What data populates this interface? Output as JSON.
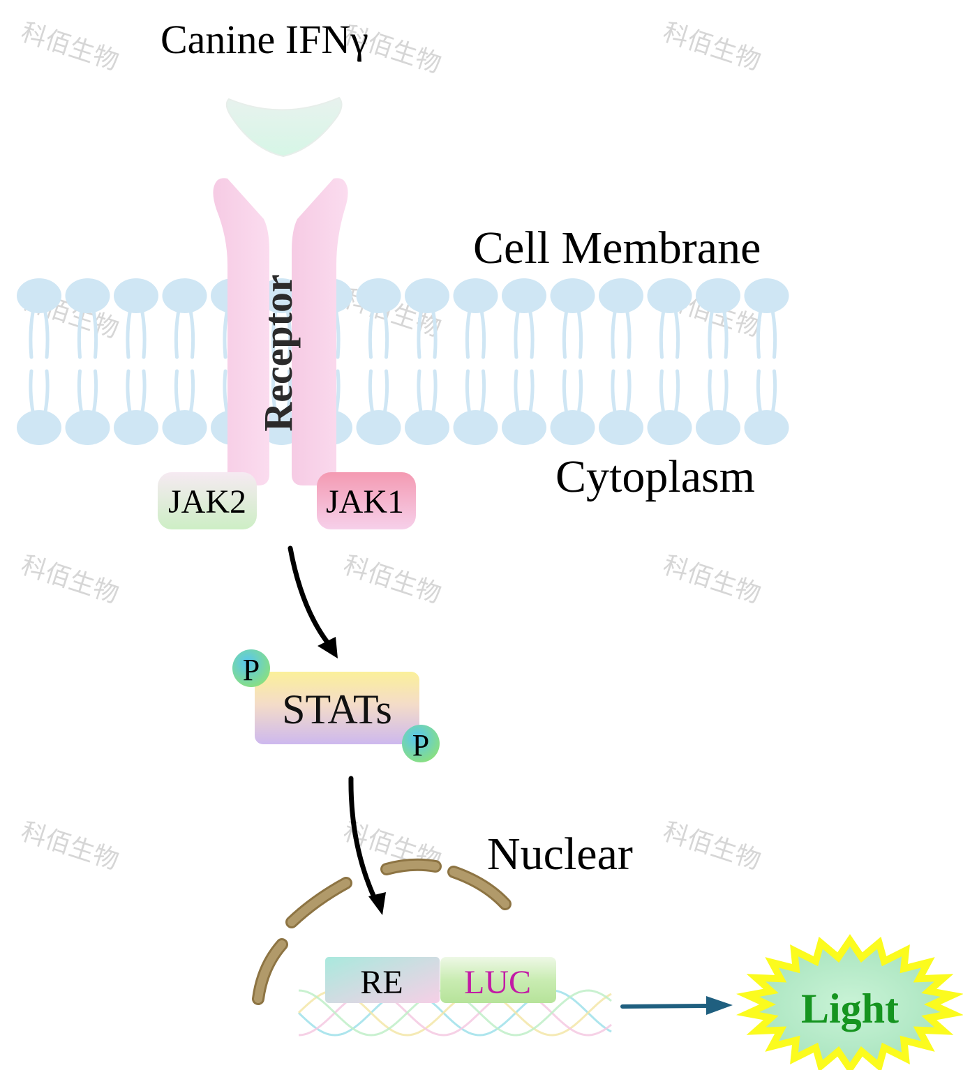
{
  "labels": {
    "ligand": "Canine IFNγ",
    "membrane": "Cell Membrane",
    "cytoplasm": "Cytoplasm",
    "receptor": "Receptor",
    "jak2": "JAK2",
    "jak1": "JAK1",
    "stats": "STATs",
    "phospho": "P",
    "nuclear": "Nuclear",
    "re": "RE",
    "luc": "LUC",
    "light": "Light"
  },
  "watermark": "科佰生物",
  "colors": {
    "lipid": "#cfe6f4",
    "receptor": "#fad4ea",
    "ligand": "#ddf3e8",
    "jak2_top": "#f6eaf2",
    "jak2_bottom": "#cdeec5",
    "jak1_top": "#f49ab2",
    "jak1_bottom": "#f6d0ea",
    "stats_top": "#fbf09a",
    "stats_bottom": "#cdb8ee",
    "phospho_inner": "#4fc9f0",
    "phospho_outer": "#8be07d",
    "nuclear_envelope": "#a88d5a",
    "re_left": "#aee9df",
    "re_right": "#f6cfe6",
    "luc_fill": "#c9ecb2",
    "luc_text": "#c21ba5",
    "arrow_final": "#1f5f7f",
    "light_fill": "#b9ebc9",
    "light_border": "#fbfb1e",
    "light_text": "#15941f"
  }
}
